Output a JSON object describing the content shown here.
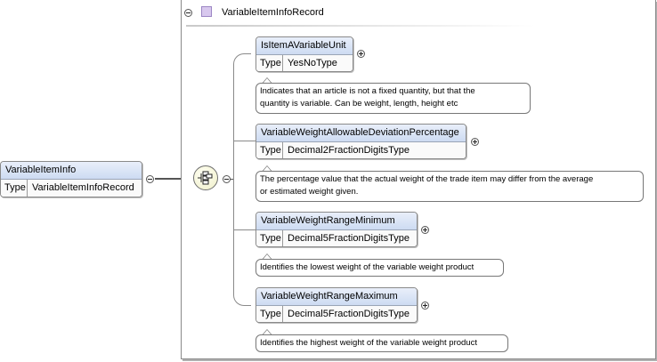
{
  "root": {
    "name": "VariableItemInfo",
    "type_label": "Type",
    "type": "VariableItemInfoRecord"
  },
  "record": {
    "title": "VariableItemInfoRecord"
  },
  "elements": [
    {
      "name": "IsItemAVariableUnit",
      "type_label": "Type",
      "type": "YesNoType",
      "doc_lines": [
        "Indicates that an article is not a fixed quantity, but that the",
        "quantity is variable. Can be weight, length, height etc"
      ]
    },
    {
      "name": "VariableWeightAllowableDeviationPercentage",
      "type_label": "Type",
      "type": "Decimal2FractionDigitsType",
      "doc_lines": [
        "The percentage value that the actual weight of the trade item may differ from the average",
        "or estimated weight given."
      ]
    },
    {
      "name": "VariableWeightRangeMinimum",
      "type_label": "Type",
      "type": "Decimal5FractionDigitsType",
      "doc_lines": [
        "Identifies the lowest weight of the variable weight product"
      ]
    },
    {
      "name": "VariableWeightRangeMaximum",
      "type_label": "Type",
      "type": "Decimal5FractionDigitsType",
      "doc_lines": [
        "Identifies the highest weight of the variable weight product"
      ]
    }
  ]
}
